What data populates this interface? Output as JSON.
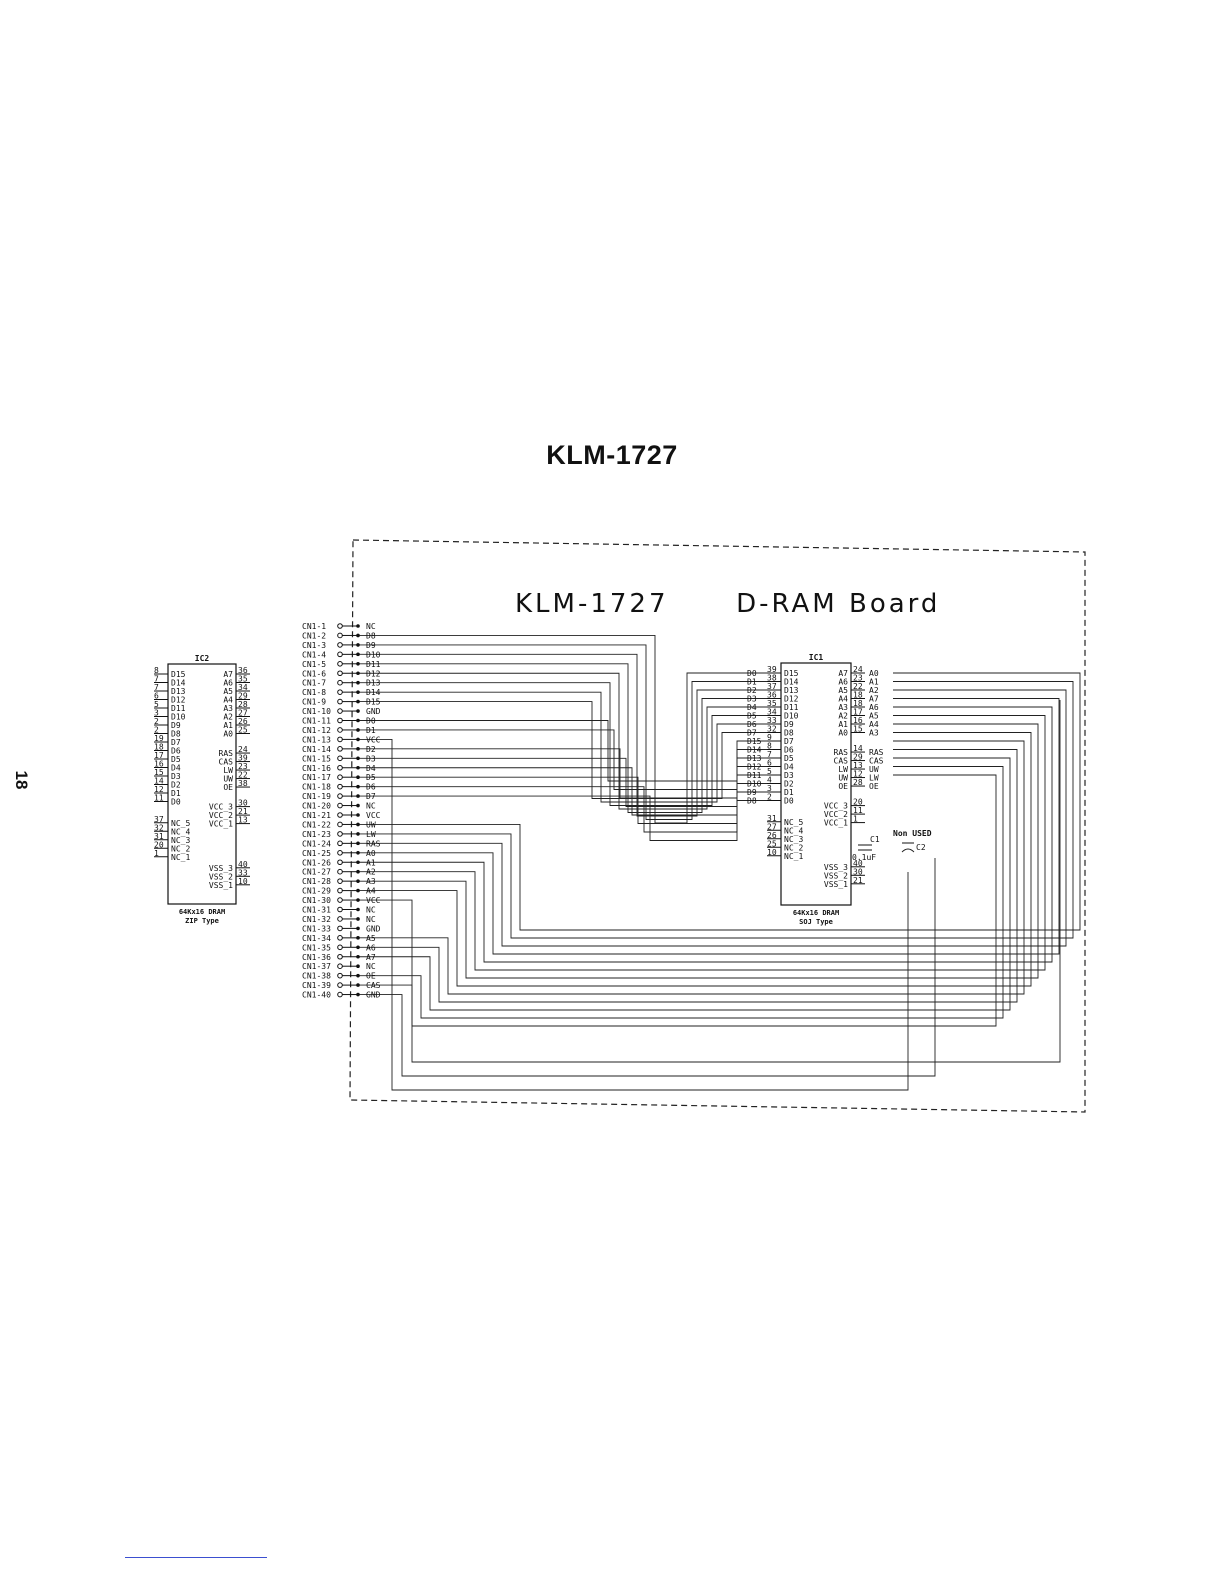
{
  "page": {
    "title": "KLM-1727",
    "page_number": "18"
  },
  "board": {
    "label": "KLM-1727      D-RAM Board"
  },
  "connector": {
    "pins": [
      {
        "id": "CN1-1",
        "signal": "NC"
      },
      {
        "id": "CN1-2",
        "signal": "D8"
      },
      {
        "id": "CN1-3",
        "signal": "D9"
      },
      {
        "id": "CN1-4",
        "signal": "D10"
      },
      {
        "id": "CN1-5",
        "signal": "D11"
      },
      {
        "id": "CN1-6",
        "signal": "D12"
      },
      {
        "id": "CN1-7",
        "signal": "D13"
      },
      {
        "id": "CN1-8",
        "signal": "D14"
      },
      {
        "id": "CN1-9",
        "signal": "D15"
      },
      {
        "id": "CN1-10",
        "signal": "GND"
      },
      {
        "id": "CN1-11",
        "signal": "D0"
      },
      {
        "id": "CN1-12",
        "signal": "D1"
      },
      {
        "id": "CN1-13",
        "signal": "VCC"
      },
      {
        "id": "CN1-14",
        "signal": "D2"
      },
      {
        "id": "CN1-15",
        "signal": "D3"
      },
      {
        "id": "CN1-16",
        "signal": "D4"
      },
      {
        "id": "CN1-17",
        "signal": "D5"
      },
      {
        "id": "CN1-18",
        "signal": "D6"
      },
      {
        "id": "CN1-19",
        "signal": "D7"
      },
      {
        "id": "CN1-20",
        "signal": "NC"
      },
      {
        "id": "CN1-21",
        "signal": "VCC"
      },
      {
        "id": "CN1-22",
        "signal": "UW"
      },
      {
        "id": "CN1-23",
        "signal": "LW"
      },
      {
        "id": "CN1-24",
        "signal": "RAS"
      },
      {
        "id": "CN1-25",
        "signal": "A0"
      },
      {
        "id": "CN1-26",
        "signal": "A1"
      },
      {
        "id": "CN1-27",
        "signal": "A2"
      },
      {
        "id": "CN1-28",
        "signal": "A3"
      },
      {
        "id": "CN1-29",
        "signal": "A4"
      },
      {
        "id": "CN1-30",
        "signal": "VCC"
      },
      {
        "id": "CN1-31",
        "signal": "NC"
      },
      {
        "id": "CN1-32",
        "signal": "NC"
      },
      {
        "id": "CN1-33",
        "signal": "GND"
      },
      {
        "id": "CN1-34",
        "signal": "A5"
      },
      {
        "id": "CN1-35",
        "signal": "A6"
      },
      {
        "id": "CN1-36",
        "signal": "A7"
      },
      {
        "id": "CN1-37",
        "signal": "NC"
      },
      {
        "id": "CN1-38",
        "signal": "OE"
      },
      {
        "id": "CN1-39",
        "signal": "CAS"
      },
      {
        "id": "CN1-40",
        "signal": "GND"
      }
    ]
  },
  "ic2": {
    "name": "IC2",
    "caption_line1": "64Kx16 DRAM",
    "caption_line2": "ZIP Type",
    "left_pins": [
      {
        "num": "8",
        "label": "D15"
      },
      {
        "num": "7",
        "label": "D14"
      },
      {
        "num": "7",
        "label": "D13"
      },
      {
        "num": "6",
        "label": "D12"
      },
      {
        "num": "5",
        "label": "D11"
      },
      {
        "num": "3",
        "label": "D10"
      },
      {
        "num": "2",
        "label": "D9"
      },
      {
        "num": "2",
        "label": "D8"
      },
      {
        "num": "19",
        "label": "D7"
      },
      {
        "num": "18",
        "label": "D6"
      },
      {
        "num": "17",
        "label": "D5"
      },
      {
        "num": "16",
        "label": "D4"
      },
      {
        "num": "15",
        "label": "D3"
      },
      {
        "num": "14",
        "label": "D2"
      },
      {
        "num": "12",
        "label": "D1"
      },
      {
        "num": "11",
        "label": "D0"
      }
    ],
    "left_pins_nc": [
      {
        "num": "37",
        "label": "NC_5"
      },
      {
        "num": "32",
        "label": "NC_4"
      },
      {
        "num": "31",
        "label": "NC_3"
      },
      {
        "num": "20",
        "label": "NC_2"
      },
      {
        "num": "1",
        "label": "NC_1"
      }
    ],
    "right_pins": [
      {
        "num": "36",
        "label": "A7"
      },
      {
        "num": "35",
        "label": "A6"
      },
      {
        "num": "34",
        "label": "A5"
      },
      {
        "num": "29",
        "label": "A4"
      },
      {
        "num": "28",
        "label": "A3"
      },
      {
        "num": "27",
        "label": "A2"
      },
      {
        "num": "26",
        "label": "A1"
      },
      {
        "num": "25",
        "label": "A0"
      },
      {
        "num": "24",
        "label": "RAS"
      },
      {
        "num": "39",
        "label": "CAS"
      },
      {
        "num": "23",
        "label": "LW"
      },
      {
        "num": "22",
        "label": "UW"
      },
      {
        "num": "38",
        "label": "OE"
      },
      {
        "num": "30",
        "label": "VCC_3"
      },
      {
        "num": "21",
        "label": "VCC_2"
      },
      {
        "num": "13",
        "label": "VCC_1"
      },
      {
        "num": "40",
        "label": "VSS_3"
      },
      {
        "num": "33",
        "label": "VSS_2"
      },
      {
        "num": "10",
        "label": "VSS_1"
      }
    ]
  },
  "ic1": {
    "name": "IC1",
    "caption_line1": "64Kx16 DRAM",
    "caption_line2": "SOJ Type",
    "left_pins": [
      {
        "num": "39",
        "ext": "D0",
        "label": "D15"
      },
      {
        "num": "38",
        "ext": "D1",
        "label": "D14"
      },
      {
        "num": "37",
        "ext": "D2",
        "label": "D13"
      },
      {
        "num": "36",
        "ext": "D3",
        "label": "D12"
      },
      {
        "num": "35",
        "ext": "D4",
        "label": "D11"
      },
      {
        "num": "34",
        "ext": "D5",
        "label": "D10"
      },
      {
        "num": "33",
        "ext": "D6",
        "label": "D9"
      },
      {
        "num": "32",
        "ext": "D7",
        "label": "D8"
      },
      {
        "num": "9",
        "ext": "D15",
        "label": "D7"
      },
      {
        "num": "8",
        "ext": "D14",
        "label": "D6"
      },
      {
        "num": "7",
        "ext": "D13",
        "label": "D5"
      },
      {
        "num": "6",
        "ext": "D12",
        "label": "D4"
      },
      {
        "num": "5",
        "ext": "D11",
        "label": "D3"
      },
      {
        "num": "4",
        "ext": "D10",
        "label": "D2"
      },
      {
        "num": "3",
        "ext": "D9",
        "label": "D1"
      },
      {
        "num": "2",
        "ext": "D8",
        "label": "D0"
      }
    ],
    "left_pins_nc": [
      {
        "num": "31",
        "label": "NC_5"
      },
      {
        "num": "27",
        "label": "NC_4"
      },
      {
        "num": "26",
        "label": "NC_3"
      },
      {
        "num": "25",
        "label": "NC_2"
      },
      {
        "num": "10",
        "label": "NC_1"
      }
    ],
    "right_pins": [
      {
        "num": "24",
        "ext": "A0",
        "label": "A7"
      },
      {
        "num": "23",
        "ext": "A1",
        "label": "A6"
      },
      {
        "num": "22",
        "ext": "A2",
        "label": "A5"
      },
      {
        "num": "18",
        "ext": "A7",
        "label": "A4"
      },
      {
        "num": "18",
        "ext": "A6",
        "label": "A3"
      },
      {
        "num": "17",
        "ext": "A5",
        "label": "A2"
      },
      {
        "num": "16",
        "ext": "A4",
        "label": "A1"
      },
      {
        "num": "15",
        "ext": "A3",
        "label": "A0"
      },
      {
        "num": "14",
        "ext": "RAS",
        "label": "RAS"
      },
      {
        "num": "29",
        "ext": "CAS",
        "label": "CAS"
      },
      {
        "num": "13",
        "ext": "UW",
        "label": "LW"
      },
      {
        "num": "12",
        "ext": "LW",
        "label": "UW"
      },
      {
        "num": "28",
        "ext": "OE",
        "label": "OE"
      },
      {
        "num": "20",
        "ext": "",
        "label": "VCC_3"
      },
      {
        "num": "11",
        "ext": "",
        "label": "VCC_2"
      },
      {
        "num": "1",
        "ext": "",
        "label": "VCC_1"
      },
      {
        "num": "40",
        "ext": "",
        "label": "VSS_3"
      },
      {
        "num": "30",
        "ext": "",
        "label": "VSS_2"
      },
      {
        "num": "21",
        "ext": "",
        "label": "VSS_1"
      }
    ]
  },
  "components": {
    "c1_label": "C1",
    "c1_value": "0.1uF",
    "c2_label": "C2",
    "non_used": "Non USED"
  }
}
